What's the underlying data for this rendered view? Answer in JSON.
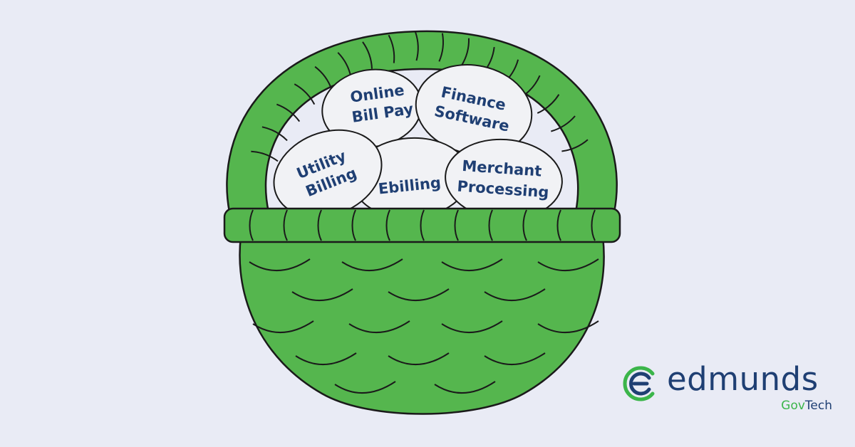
{
  "eggs": [
    {
      "line1": "Online",
      "line2": "Bill Pay"
    },
    {
      "line1": "Finance",
      "line2": "Software"
    },
    {
      "line1": "Utility",
      "line2": "Billing"
    },
    {
      "line1": "Ebilling",
      "line2": ""
    },
    {
      "line1": "Merchant",
      "line2": "Processing"
    }
  ],
  "logo": {
    "wordmark": "edmunds",
    "sub_part1": "Gov",
    "sub_part2": "Tech"
  },
  "colors": {
    "background": "#e9ebf5",
    "basket_green": "#55b64e",
    "outline": "#1a1a1a",
    "egg_fill": "#f1f2f5",
    "text_navy": "#1f3f73",
    "logo_green": "#3bb54a"
  }
}
